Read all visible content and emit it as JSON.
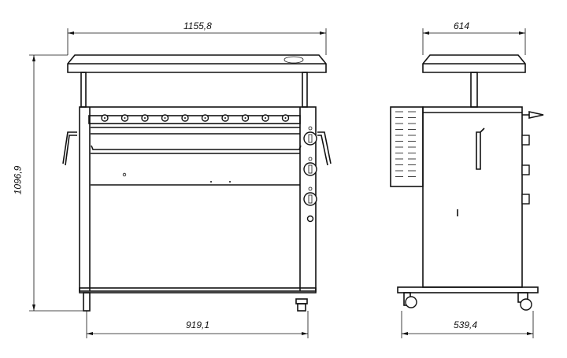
{
  "dimensions": {
    "front_width_top": "1155,8",
    "front_height": "1096,9",
    "front_width_base": "919,1",
    "side_depth_top": "614",
    "side_depth_base": "539,4"
  }
}
